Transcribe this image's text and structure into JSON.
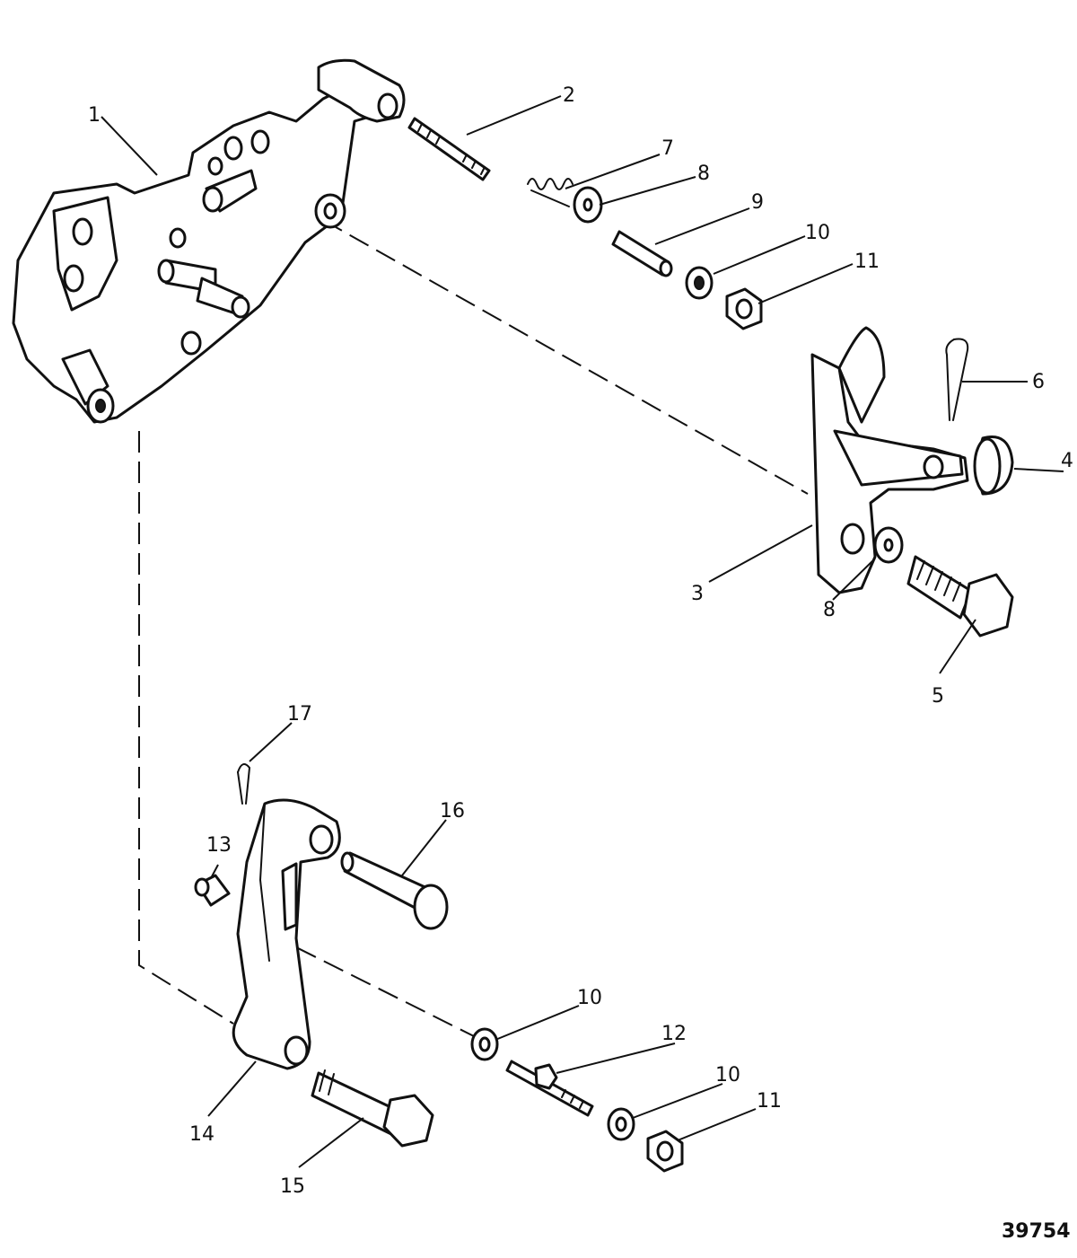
{
  "callouts": {
    "c1": "1",
    "c2": "2",
    "c3": "3",
    "c4": "4",
    "c5": "5",
    "c6": "6",
    "c7": "7",
    "c8a": "8",
    "c8b": "8",
    "c9": "9",
    "c10a": "10",
    "c10b": "10",
    "c10c": "10",
    "c11a": "11",
    "c11b": "11",
    "c12": "12",
    "c13": "13",
    "c14": "14",
    "c15": "15",
    "c16": "16",
    "c17": "17"
  },
  "figure_number": "39754"
}
